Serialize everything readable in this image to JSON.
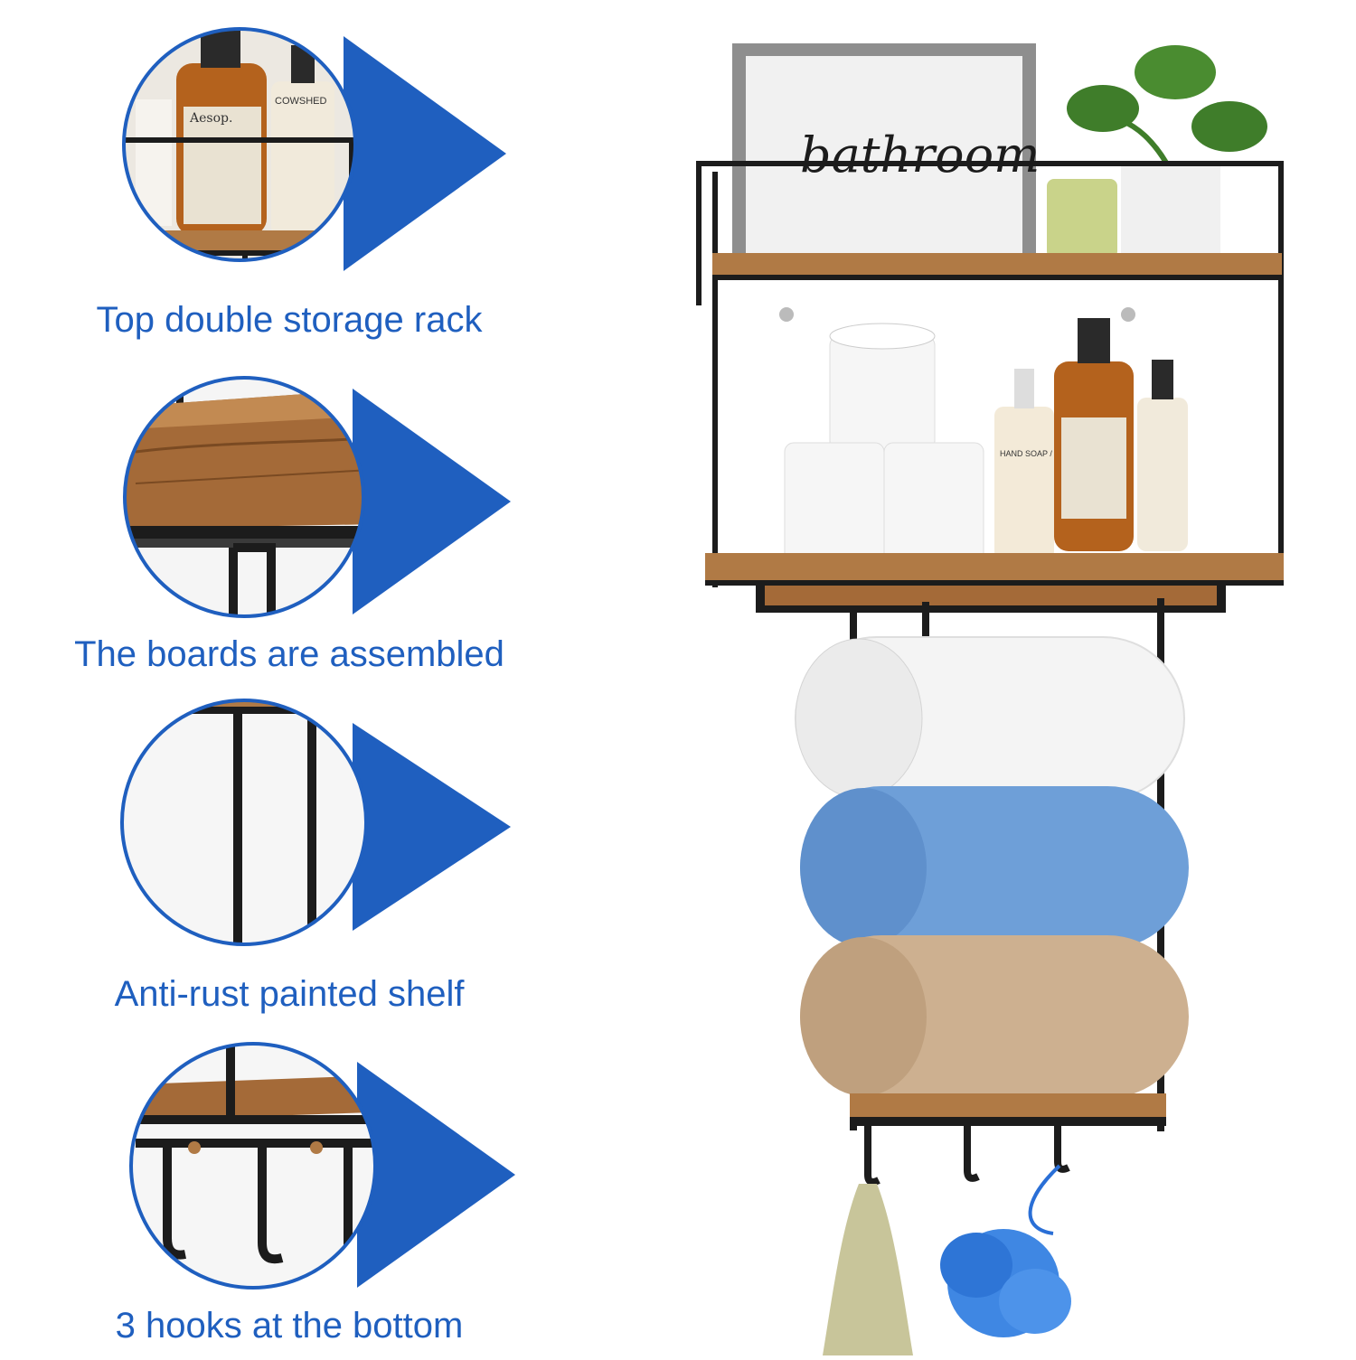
{
  "features": [
    {
      "caption": "Top double storage rack",
      "icon": "shelf-products-detail"
    },
    {
      "caption": "The boards are assembled",
      "icon": "wood-board-detail"
    },
    {
      "caption": "Anti-rust painted shelf",
      "icon": "metal-frame-detail"
    },
    {
      "caption": "3 hooks at the bottom",
      "icon": "hooks-detail"
    }
  ],
  "product": {
    "sign_text": "bathroom",
    "bottle_brand_1": "Aesop.",
    "bottle_brand_2": "COWSHED",
    "bottle_label_3": "HAND SOAP / SAVON MAINS"
  },
  "colors": {
    "accent_blue": "#1f5fbf",
    "frame_black": "#1c1c1c",
    "wood": "#b07a45",
    "towel_white": "#f4f4f4",
    "towel_blue": "#6e9fd8",
    "towel_tan": "#cdb090"
  }
}
